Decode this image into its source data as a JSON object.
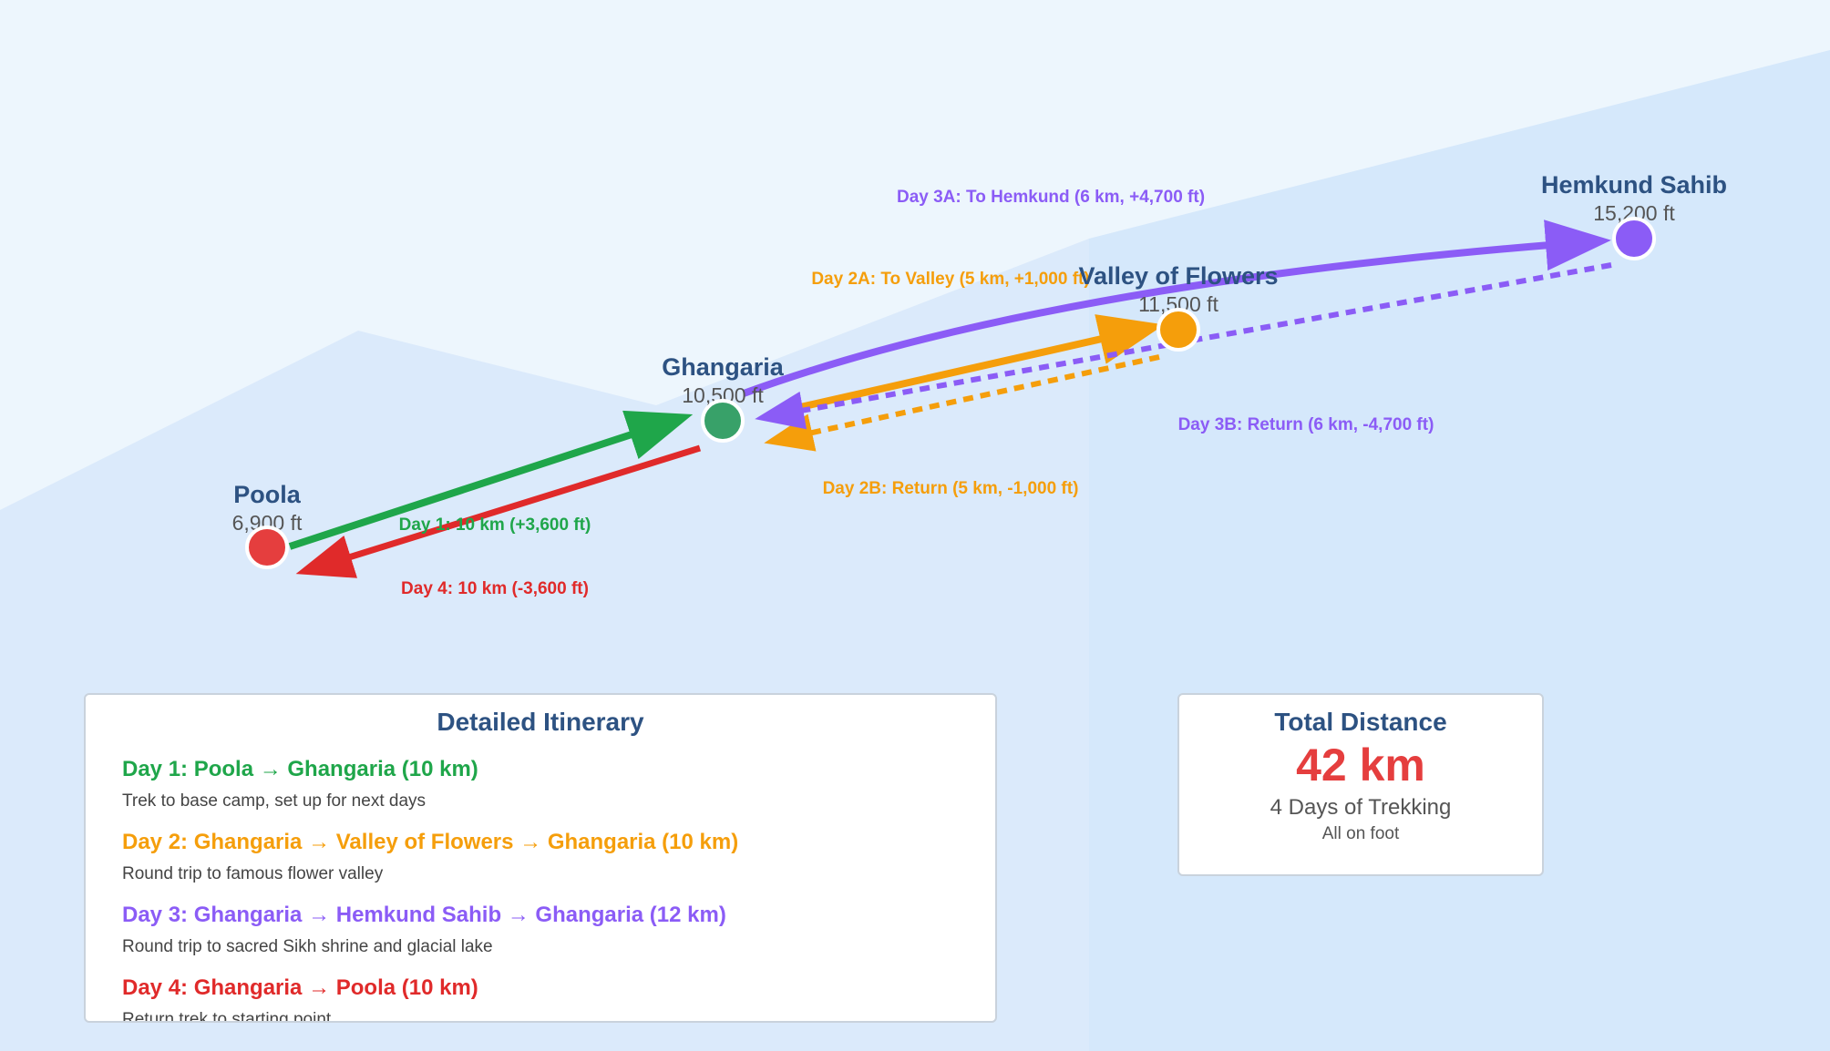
{
  "colors": {
    "green": "#1fa64a",
    "red": "#e02a2a",
    "orange": "#f59e0b",
    "purple": "#8b5cf6",
    "heading": "#2d5282"
  },
  "locations": {
    "poola": {
      "name": "Poola",
      "altitude": "6,900 ft",
      "color": "#e53e3e"
    },
    "ghangaria": {
      "name": "Ghangaria",
      "altitude": "10,500 ft",
      "color": "#38a169"
    },
    "valley": {
      "name": "Valley of Flowers",
      "altitude": "11,500 ft",
      "color": "#f59e0b"
    },
    "hemkund": {
      "name": "Hemkund Sahib",
      "altitude": "15,200 ft",
      "color": "#8b5cf6"
    }
  },
  "routes": {
    "day1": "Day 1: 10 km (+3,600 ft)",
    "day4": "Day 4: 10 km (-3,600 ft)",
    "day2a": "Day 2A: To Valley (5 km, +1,000 ft)",
    "day2b": "Day 2B: Return (5 km, -1,000 ft)",
    "day3a": "Day 3A: To Hemkund (6 km, +4,700 ft)",
    "day3b": "Day 3B: Return (6 km, -4,700 ft)"
  },
  "itinerary": {
    "title": "Detailed Itinerary",
    "days": [
      {
        "title": "Day 1: Poola → Ghangaria (10 km)",
        "desc": "Trek to base camp, set up for next days",
        "color": "#1fa64a"
      },
      {
        "title": "Day 2: Ghangaria → Valley of Flowers → Ghangaria (10 km)",
        "desc": "Round trip to famous flower valley",
        "color": "#f59e0b"
      },
      {
        "title": "Day 3: Ghangaria → Hemkund Sahib → Ghangaria (12 km)",
        "desc": "Round trip to sacred Sikh shrine and glacial lake",
        "color": "#8b5cf6"
      },
      {
        "title": "Day 4: Ghangaria → Poola (10 km)",
        "desc": "Return trek to starting point",
        "color": "#e02a2a"
      }
    ]
  },
  "total": {
    "title": "Total Distance",
    "value": "42 km",
    "days": "4 Days of Trekking",
    "footnote": "All on foot"
  }
}
